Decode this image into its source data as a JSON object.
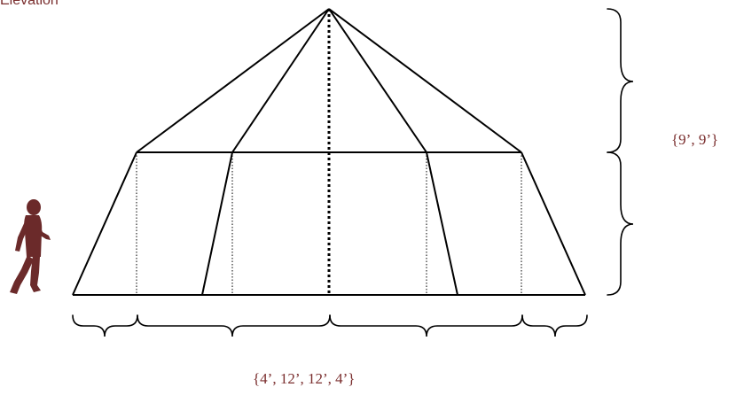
{
  "title": "Elevation",
  "labels": {
    "height": "{9’, 9’}",
    "width": "{4’, 12’, 12’, 4’}"
  },
  "colors": {
    "label": "#7a2e2e",
    "figure": "#6b2a2a",
    "line": "#000000"
  },
  "icons": {
    "figure": "walking-person-silhouette"
  }
}
